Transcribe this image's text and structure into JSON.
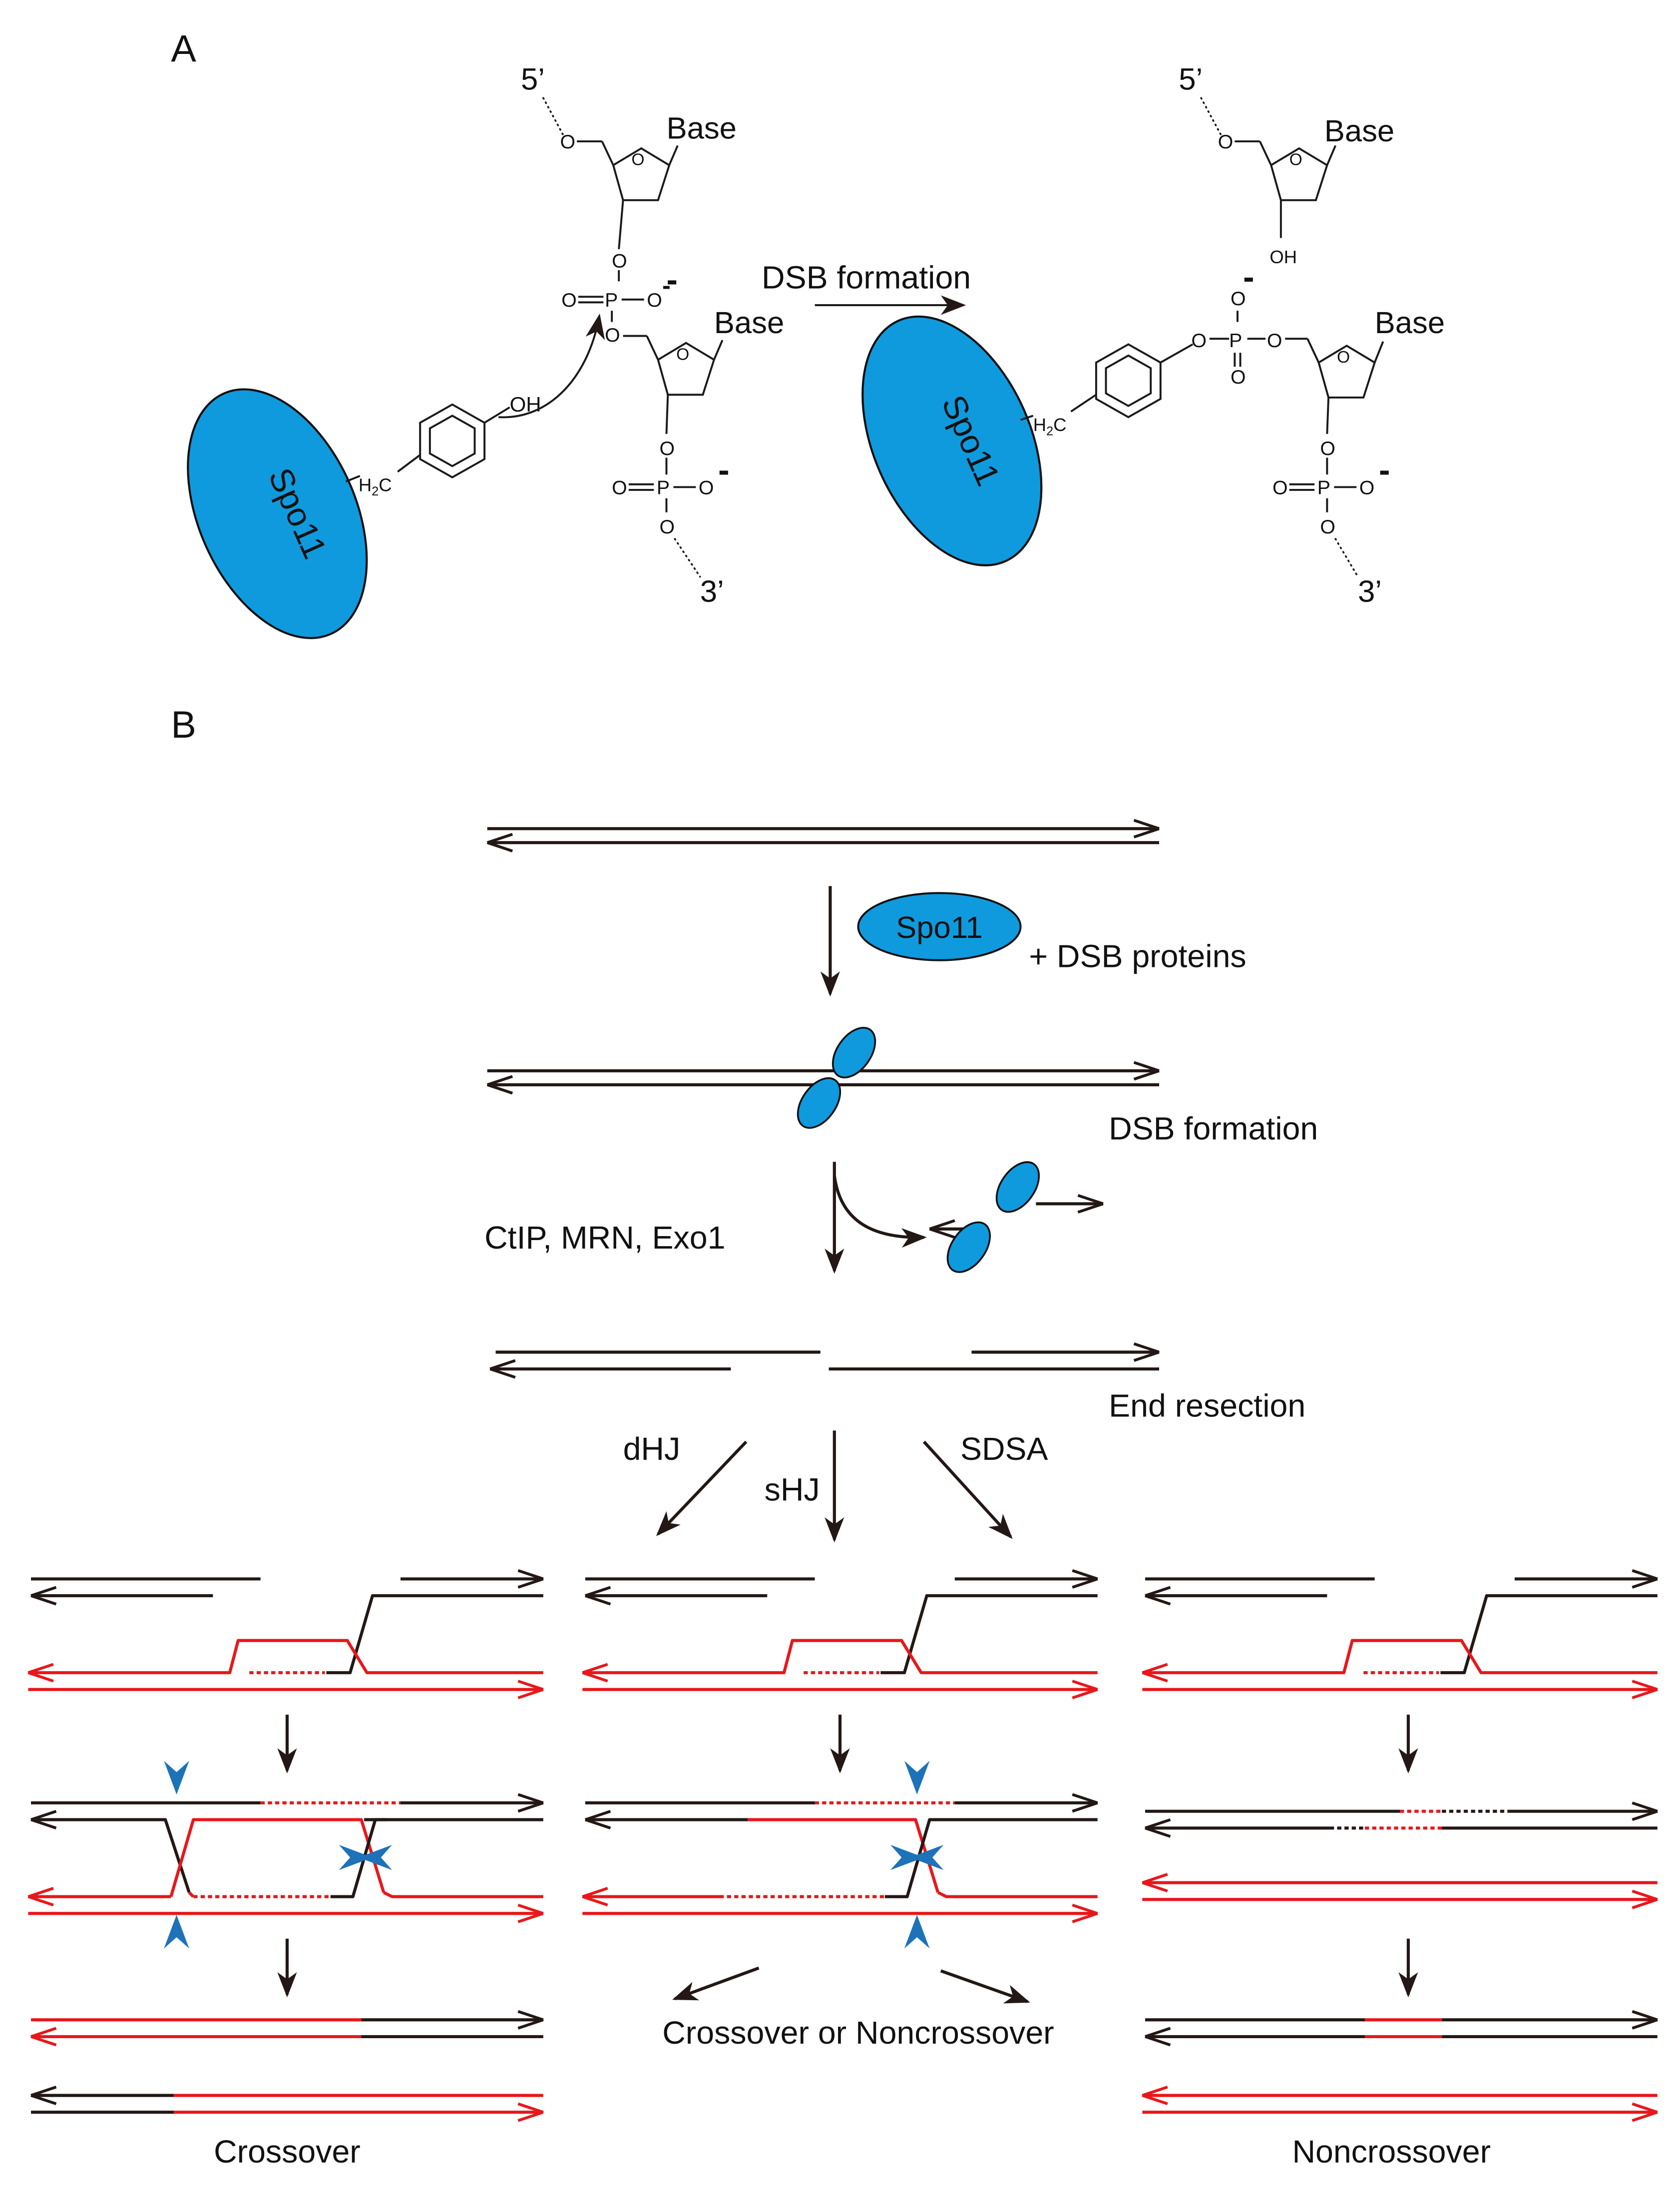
{
  "panel_labels": {
    "a": "A",
    "b": "B"
  },
  "colors": {
    "protein": "#0f9ade",
    "dna_black": "#231815",
    "dna_red": "#e8171b",
    "arrowhead": "#1d72b8"
  },
  "panel_a": {
    "protein": "Spo11",
    "reaction": "DSB formation",
    "base": "Base",
    "five_prime": "5’",
    "three_prime": "3’",
    "oh": "OH",
    "o": "O",
    "p": "P",
    "minus": "-",
    "ch2": "H",
    "ch2_sub": "2",
    "ch2_c": "C"
  },
  "panel_b": {
    "spo11": "Spo11",
    "dsb_proteins": "+ DSB proteins",
    "dsb_formation": "DSB formation",
    "resection_factors": "CtIP, MRN, Exo1",
    "end_resection": "End resection",
    "dhj": "dHJ",
    "shj": "sHJ",
    "sdsa": "SDSA",
    "crossover_or_noncrossover": "Crossover or Noncrossover",
    "crossover": "Crossover",
    "noncrossover": "Noncrossover"
  }
}
